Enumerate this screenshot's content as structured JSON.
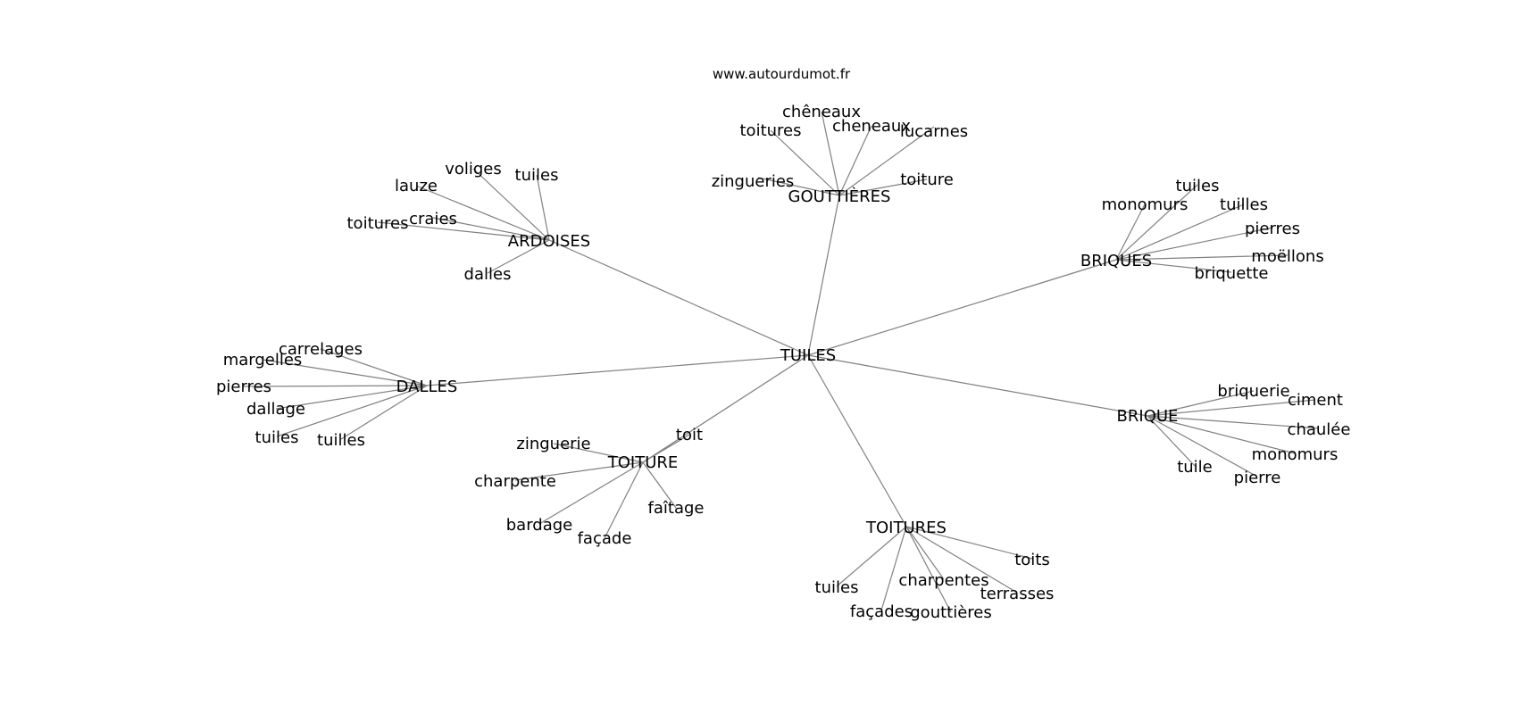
{
  "site": "www.autourdumot.fr",
  "graph": {
    "root": "TUILES",
    "clusters": [
      {
        "hub": "GOUTTIÈRES",
        "leaves": [
          "zingueries",
          "toitures",
          "chêneaux",
          "cheneaux",
          "lucarnes",
          "toiture"
        ]
      },
      {
        "hub": "ARDOISES",
        "leaves": [
          "lauze",
          "voliges",
          "tuiles",
          "craies",
          "toitures",
          "dalles"
        ]
      },
      {
        "hub": "BRIQUES",
        "leaves": [
          "monomurs",
          "tuiles",
          "tuilles",
          "pierres",
          "moëllons",
          "briquette"
        ]
      },
      {
        "hub": "DALLES",
        "leaves": [
          "carrelages",
          "margelles",
          "pierres",
          "dallage",
          "tuiles",
          "tuilles"
        ]
      },
      {
        "hub": "BRIQUE",
        "leaves": [
          "briquerie",
          "ciment",
          "chaulée",
          "monomurs",
          "tuile",
          "pierre"
        ]
      },
      {
        "hub": "TOITURE",
        "leaves": [
          "toit",
          "zinguerie",
          "charpente",
          "bardage",
          "façade",
          "faîtage"
        ]
      },
      {
        "hub": "TOITURES",
        "leaves": [
          "tuiles",
          "façades",
          "charpentes",
          "gouttières",
          "terrasses",
          "toits"
        ]
      }
    ]
  }
}
